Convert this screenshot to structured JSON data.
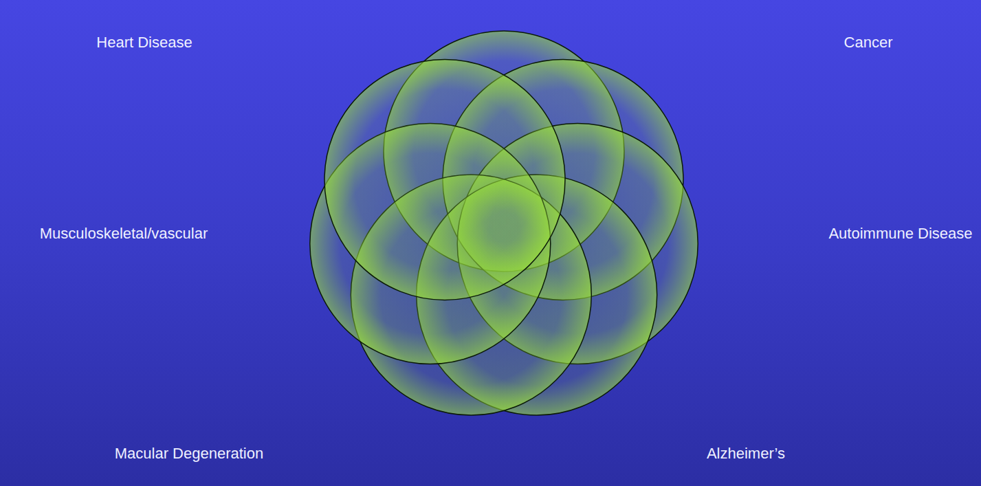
{
  "diagram": {
    "labels": [
      "Heart Disease",
      "Cancer",
      "Musculoskeletal/vascular",
      "Autoimmune Disease",
      "Macular Degeneration",
      "Alzheimer’s"
    ]
  }
}
